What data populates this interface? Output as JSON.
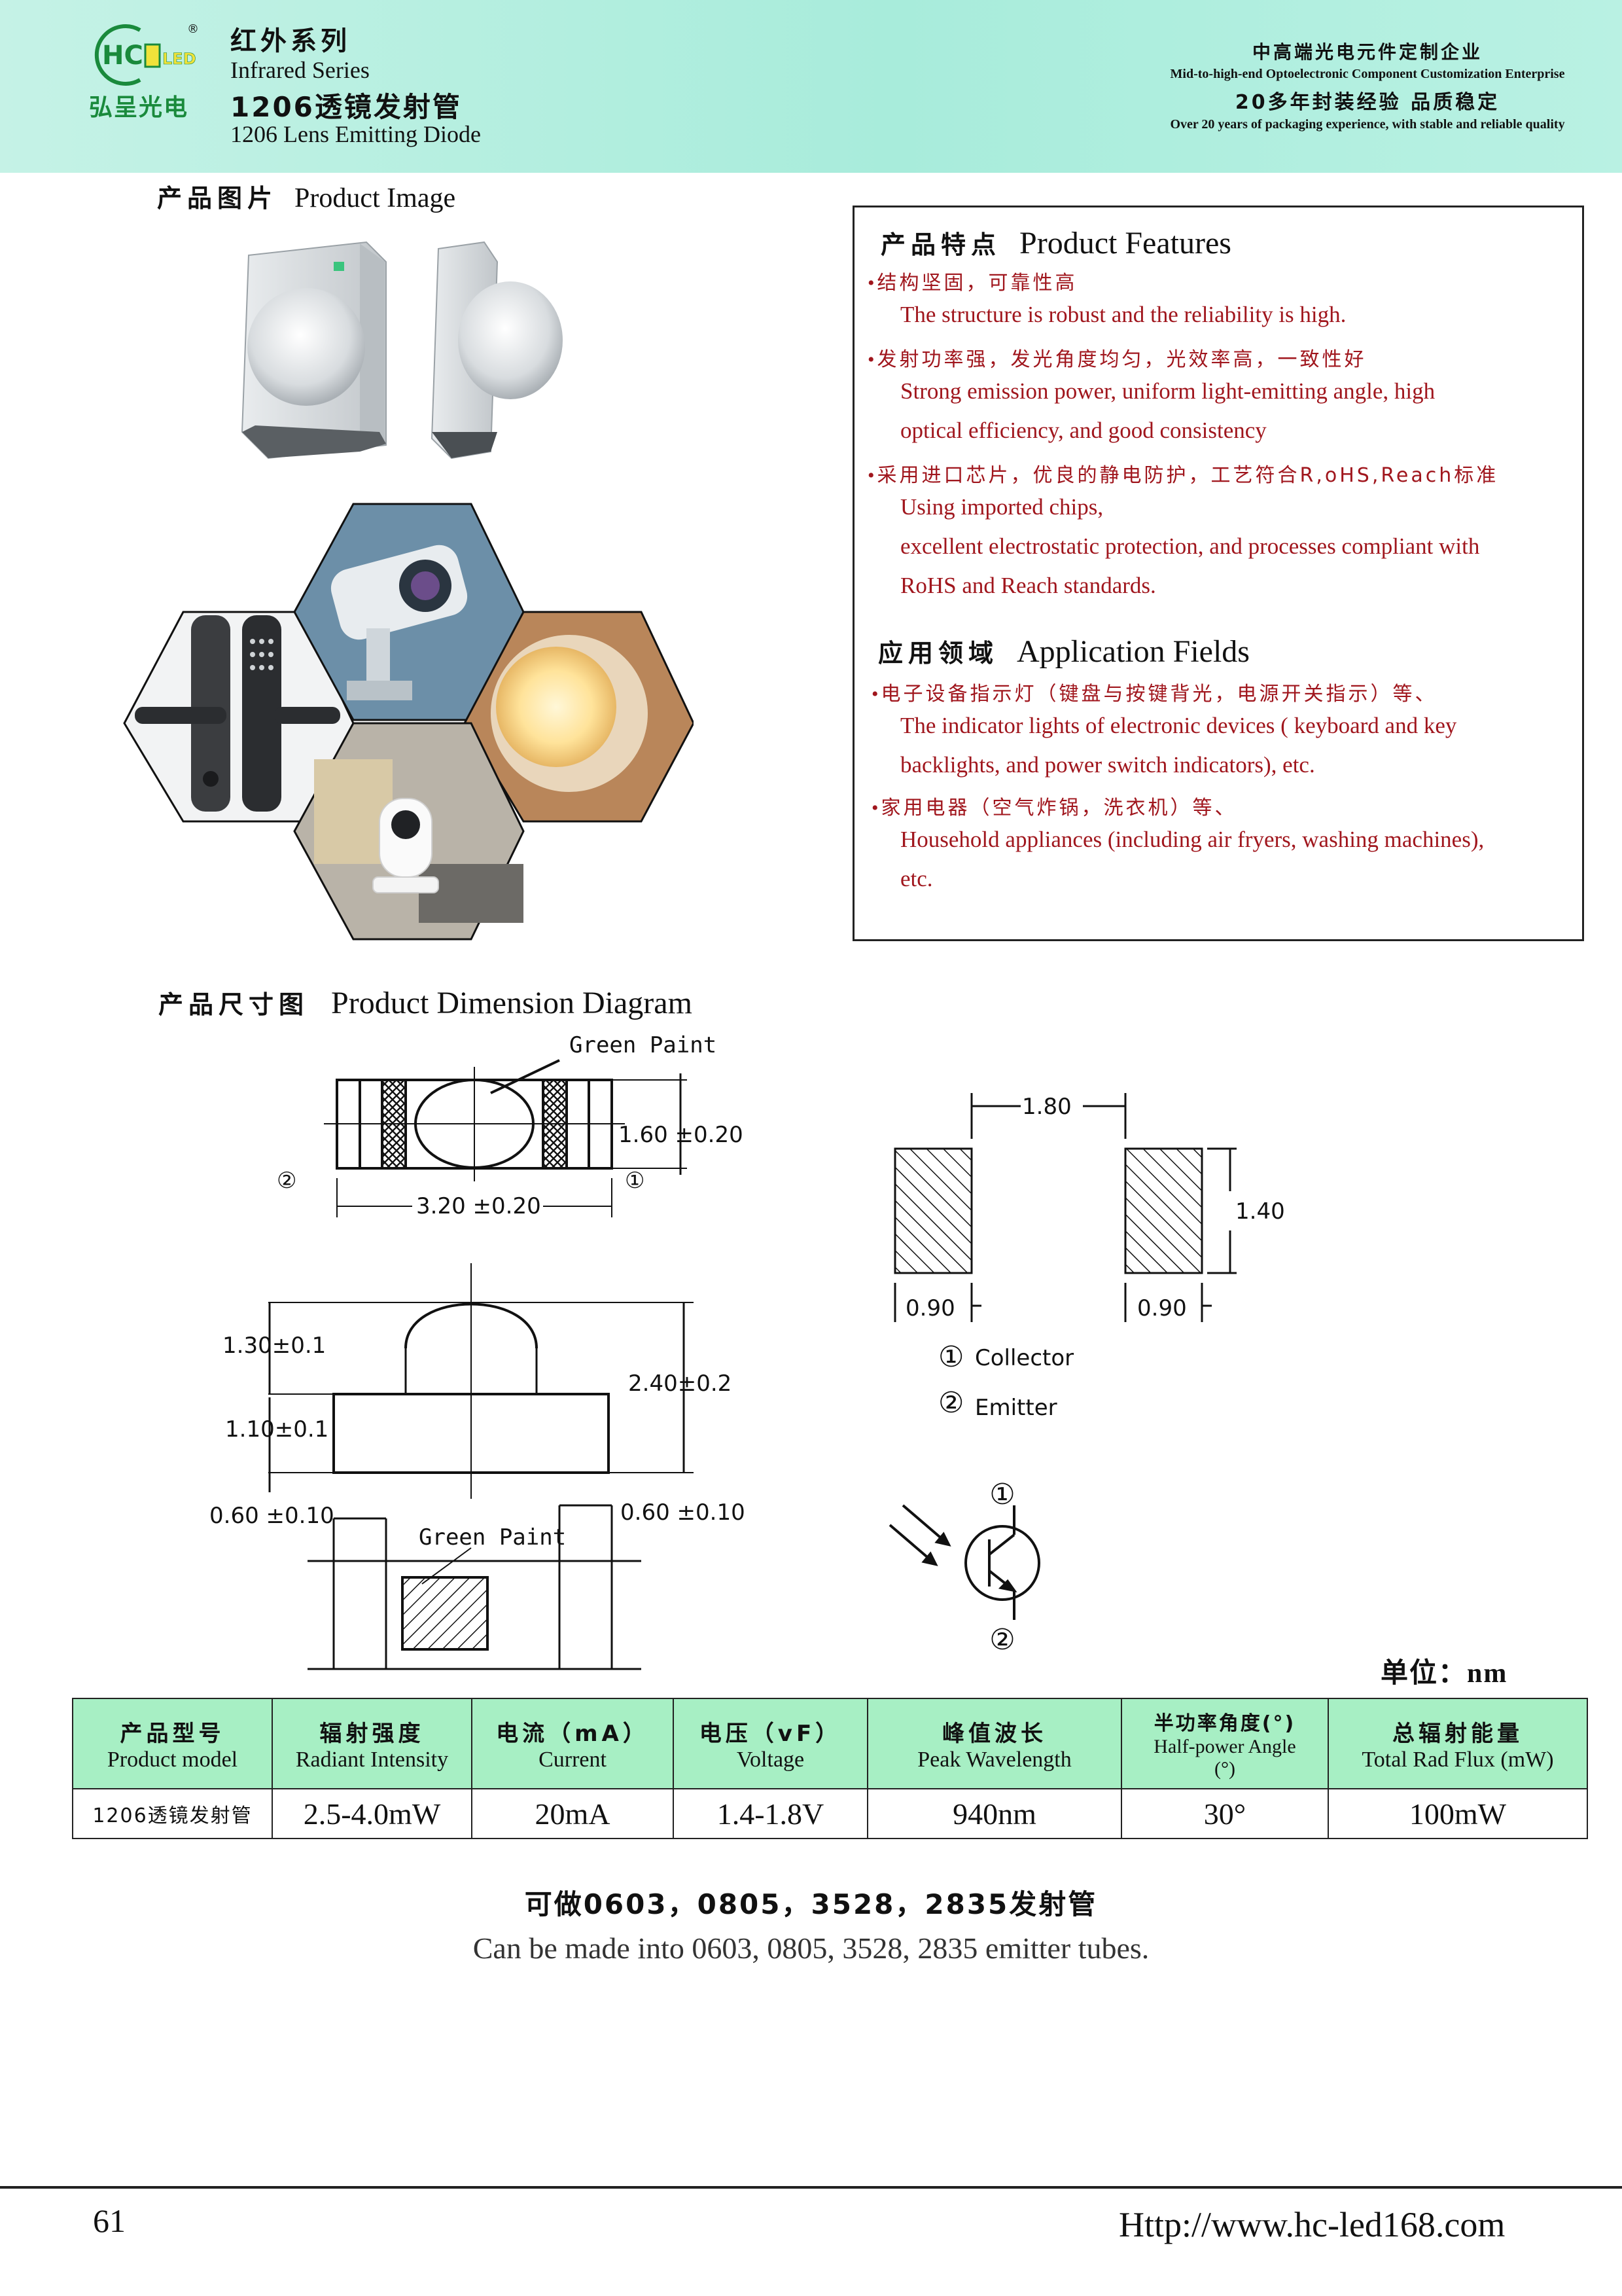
{
  "header": {
    "logo_letters": "HC",
    "logo_led": "LED",
    "logo_registered": "®",
    "company_zh": "弘呈光电",
    "series_zh": "红外系列",
    "series_en": "Infrared Series",
    "product_zh": "1206透镜发射管",
    "product_en": "1206 Lens Emitting Diode",
    "tagline1_zh": "中高端光电元件定制企业",
    "tagline1_en": "Mid-to-high-end Optoelectronic Component Customization Enterprise",
    "tagline2_zh": "20多年封装经验 品质稳定",
    "tagline2_en": "Over 20 years of packaging experience, with stable and reliable quality"
  },
  "product_image": {
    "title_zh": "产品图片",
    "title_en": "Product Image"
  },
  "features": {
    "title_zh": "产品特点",
    "title_en": "Product Features",
    "items": [
      {
        "zh": "结构坚固，可靠性高",
        "en": [
          "The structure is robust and the reliability is high."
        ]
      },
      {
        "zh": "发射功率强，发光角度均匀，光效率高，一致性好",
        "en": [
          "Strong emission power, uniform light-emitting angle, high",
          "optical efficiency, and good consistency"
        ]
      },
      {
        "zh": "采用进口芯片，优良的静电防护，工艺符合R,oHS,Reach标准",
        "en": [
          "Using imported chips,",
          "excellent electrostatic protection, and processes compliant with",
          "RoHS and Reach standards."
        ]
      }
    ]
  },
  "applications": {
    "title_zh": "应用领域",
    "title_en": "Application Fields",
    "items": [
      {
        "zh": "电子设备指示灯（键盘与按键背光，电源开关指示）等、",
        "en": [
          "The indicator lights of electronic devices ( keyboard and key",
          "backlights, and power switch indicators), etc."
        ]
      },
      {
        "zh": "家用电器（空气炸锅，洗衣机）等、",
        "en": [
          "Household appliances (including air fryers, washing machines),",
          "etc."
        ]
      }
    ]
  },
  "dimension": {
    "title_zh": "产品尺寸图",
    "title_en": "Product Dimension Diagram",
    "green_paint_top": "Green Paint",
    "green_paint_bottom": "Green Paint",
    "dim_width_top": "1.60 ±0.20",
    "dim_length": "3.20 ±0.20",
    "dim_lens_h": "1.30±0.1",
    "dim_body_h": "1.10±0.1",
    "dim_total_h": "2.40±0.2",
    "dim_pad_left": "0.60 ±0.10",
    "dim_pad_right": "0.60 ±0.10",
    "pad_span": "1.80",
    "pad_height": "1.40",
    "pad_w_left": "0.90",
    "pad_w_right": "0.90",
    "pin1_mark": "①",
    "pin2_mark": "②",
    "pin1_name": "Collector",
    "pin2_name": "Emitter"
  },
  "unit_label": "单位：nm",
  "table": {
    "headers": [
      {
        "zh": "产品型号",
        "en": "Product model"
      },
      {
        "zh": "辐射强度",
        "en": "Radiant Intensity"
      },
      {
        "zh": "电流（mA）",
        "en": "Current"
      },
      {
        "zh": "电压（vF）",
        "en": "Voltage"
      },
      {
        "zh": "峰值波长",
        "en": "Peak Wavelength"
      },
      {
        "zh": "半功率角度(°)",
        "en": "Half-power Angle",
        "en2": "(°)"
      },
      {
        "zh": "总辐射能量",
        "en": "Total Rad Flux (mW)"
      }
    ],
    "row": [
      "1206透镜发射管",
      "2.5-4.0mW",
      "20mA",
      "1.4-1.8V",
      "940nm",
      "30°",
      "100mW"
    ]
  },
  "note": {
    "zh": "可做0603，0805，3528，2835发射管",
    "en": "Can be made into 0603, 0805, 3528, 2835 emitter tubes."
  },
  "footer": {
    "page_number": "61",
    "url": "Http://www.hc-led168.com"
  }
}
